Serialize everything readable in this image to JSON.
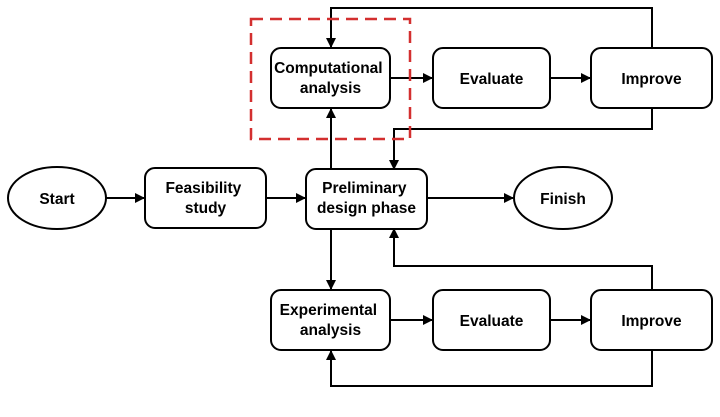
{
  "diagram": {
    "nodes": {
      "start": {
        "lines": [
          "Start"
        ]
      },
      "feasibility": {
        "lines": [
          "Feasibility",
          "study"
        ]
      },
      "preliminary": {
        "lines": [
          "Preliminary",
          "design phase"
        ]
      },
      "finish": {
        "lines": [
          "Finish"
        ]
      },
      "computational": {
        "lines": [
          "Computational",
          "analysis"
        ]
      },
      "evaluate_top": {
        "lines": [
          "Evaluate"
        ]
      },
      "improve_top": {
        "lines": [
          "Improve"
        ]
      },
      "experimental": {
        "lines": [
          "Experimental",
          "analysis"
        ]
      },
      "evaluate_bottom": {
        "lines": [
          "Evaluate"
        ]
      },
      "improve_bottom": {
        "lines": [
          "Improve"
        ]
      }
    },
    "edges": [
      {
        "from": "start",
        "to": "feasibility"
      },
      {
        "from": "feasibility",
        "to": "preliminary"
      },
      {
        "from": "preliminary",
        "to": "finish"
      },
      {
        "from": "preliminary",
        "to": "computational"
      },
      {
        "from": "computational",
        "to": "evaluate_top"
      },
      {
        "from": "evaluate_top",
        "to": "improve_top"
      },
      {
        "from": "improve_top",
        "to": "computational"
      },
      {
        "from": "improve_top",
        "to": "preliminary"
      },
      {
        "from": "preliminary",
        "to": "experimental"
      },
      {
        "from": "experimental",
        "to": "evaluate_bottom"
      },
      {
        "from": "evaluate_bottom",
        "to": "improve_bottom"
      },
      {
        "from": "improve_bottom",
        "to": "experimental"
      },
      {
        "from": "improve_bottom",
        "to": "preliminary"
      }
    ],
    "highlight": {
      "encloses": "computational",
      "color": "#d32f2f",
      "style": "dashed"
    }
  }
}
